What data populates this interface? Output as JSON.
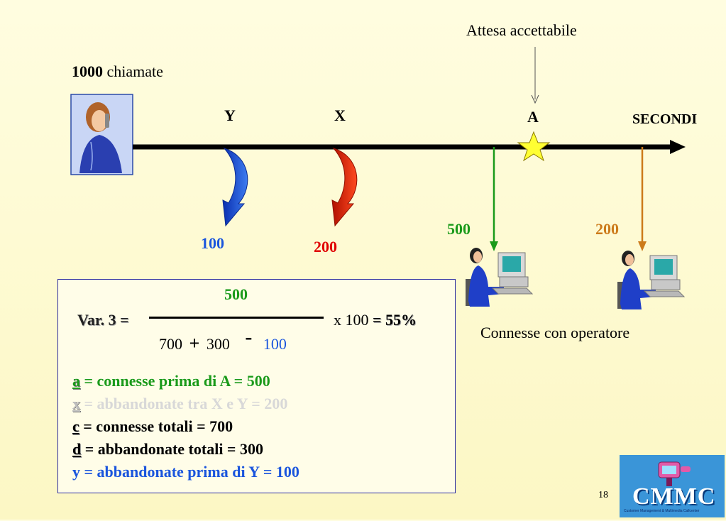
{
  "callers": {
    "count": "1000",
    "label": "chiamate"
  },
  "accept_wait_label": "Attesa accettabile",
  "axis": {
    "unit_label": "SECONDI",
    "markers": {
      "y": "Y",
      "x": "X",
      "a": "A"
    }
  },
  "flows": {
    "abandoned_before_y": "100",
    "abandoned_between": "200",
    "connected_before_a": "500",
    "connected_after_a": "200"
  },
  "operators_caption": "Connesse con operatore",
  "formula": {
    "name": "Var. 3",
    "equals": "=",
    "numerator": "500",
    "denominator": {
      "term1": "700",
      "plus": "+",
      "term2": "300",
      "minus": "-",
      "term3": "100"
    },
    "times": "x 100",
    "result_equals": "=",
    "result": "55%"
  },
  "legend": [
    {
      "key": "a",
      "text": "= connesse prima di A = 500"
    },
    {
      "key": "x",
      "text": "= abbandonate tra X e Y = 200"
    },
    {
      "key": "c",
      "text": "= connesse totali = 700"
    },
    {
      "key": "d",
      "text": "= abbandonate totali = 300"
    },
    {
      "key": "y",
      "text": "= abbandonate prima di Y = 100"
    }
  ],
  "page_number": "18",
  "logo": {
    "mark": "CMMC",
    "tagline": "Customer Management & Multimedia Callcenter"
  },
  "colors": {
    "green": "#1a9a1a",
    "red": "#e00000",
    "blue": "#1a55dd",
    "orange": "#cc7a1a",
    "grey": "#d8d8d8",
    "star": "#ffff33"
  }
}
